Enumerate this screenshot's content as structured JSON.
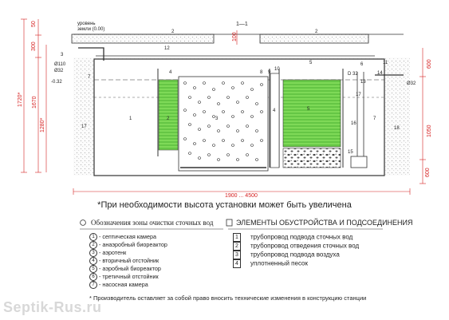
{
  "note_main": "*При необходимости высота установки может быть увеличена",
  "footer_note": "* Производитель оставляет за собой право вносить технические изменения в конструкцию станции",
  "watermark": "Septik-Rus.ru",
  "zones": {
    "title": "Обозначения зоны очистки сточных вод",
    "items": [
      {
        "num": "1",
        "label": "- септическая камера"
      },
      {
        "num": "2",
        "label": "- анаэробный биореактор"
      },
      {
        "num": "3",
        "label": "- аэротенк"
      },
      {
        "num": "4",
        "label": "- вторичный отстойник"
      },
      {
        "num": "5",
        "label": "- аэробный биореактор"
      },
      {
        "num": "6",
        "label": "- третичный отстойник"
      },
      {
        "num": "7",
        "label": "- насосная камера"
      }
    ]
  },
  "devices": {
    "title": "ЭЛЕМЕНТЫ ОБУСТРОЙСТВА И ПОДСОЕДИНЕНИЯ",
    "items": [
      {
        "num": "1",
        "label": "трубопровод подвода сточных вод"
      },
      {
        "num": "2",
        "label": "трубопровод отведения сточных вод"
      },
      {
        "num": "3",
        "label": "трубопровод подвода воздуха"
      },
      {
        "num": "4",
        "label": "уплотненный песок"
      }
    ]
  },
  "drawing": {
    "section_mark": "1—1",
    "ground_label_1": "уровень",
    "ground_label_2": "земли (0.00)",
    "dims_left": [
      "50",
      "300",
      "1720*",
      "1670",
      "1280*"
    ],
    "dims_right": [
      "600",
      "1050",
      "600"
    ],
    "dim_100": "100",
    "dim_bottom": "1900 ... 4500",
    "pipe_d110": "Ø110",
    "pipe_d32_left": "Ø32",
    "pipe_d32_right": "Ø32",
    "pipe_d32_top": "D 32",
    "minus_032": "-0.32",
    "labels": {
      "n1": "1",
      "n2": "2",
      "n3": "3",
      "n4": "4",
      "n5": "5",
      "n6": "6",
      "n7": "7",
      "n8": "8",
      "n9": "9",
      "n10": "10",
      "n11": "11",
      "n12": "12",
      "n13": "13",
      "n14": "14",
      "n15": "15",
      "n16": "16",
      "n17": "17",
      "n18": "18"
    }
  },
  "colors": {
    "accent_red": "#d62020",
    "bio_green": "#5ec93b",
    "outline": "#333333"
  }
}
